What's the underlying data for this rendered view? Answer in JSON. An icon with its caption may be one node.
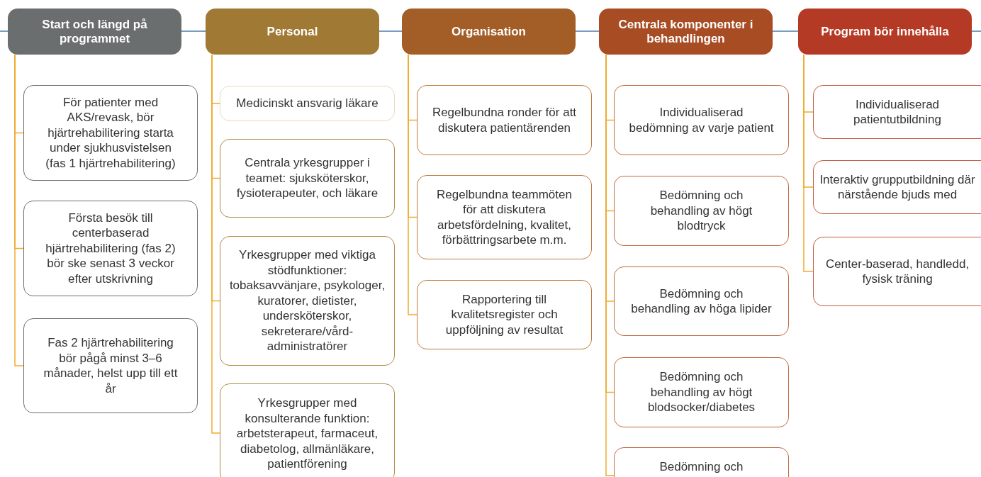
{
  "diagram": {
    "nodes": [
      {
        "text": [
          "Start och längd på programmet"
        ]
      },
      {
        "text": [
          "För patienter med AKS/revask, bör hjärtrehabilitering starta under sjukhusvistelsen (fas 1 hjärtrehabilitering)"
        ]
      },
      {
        "text": [
          "Första besök till centerbaserad hjärtrehabilitering (fas 2) bör ske senast 3 veckor efter utskrivning"
        ]
      },
      {
        "text": [
          "Fas 2 hjärtrehabilitering bör pågå minst 3–6 månader, helst upp till ett år"
        ]
      },
      {
        "text": [
          "Personal"
        ]
      },
      {
        "text": [
          "Medicinskt ansvarig läkare"
        ]
      },
      {
        "text": [
          "Centrala yrkesgrupper i teamet: sjuksköterskor, fysioterapeuter, och läkare"
        ]
      },
      {
        "text": [
          "Yrkesgrupper med viktiga stödfunktioner: tobaksavvänjare, psykologer, kuratorer, dietister, undersköterskor, sekreterare/vård-administratörer"
        ]
      },
      {
        "text": [
          "Yrkesgrupper med konsulterande funktion: arbetsterapeut, farmaceut, diabetolog, allmänläkare, patientförening"
        ]
      },
      {
        "text": [
          "Organisation"
        ]
      },
      {
        "text": [
          "Regelbundna ronder för att diskutera patientärenden"
        ]
      },
      {
        "text": [
          "Regelbundna teammöten för att diskutera arbetsfördelning, kvalitet, förbättringsarbete m.m."
        ]
      },
      {
        "text": [
          "Rapportering till kvalitetsregister och uppföljning av resultat"
        ]
      },
      {
        "text": [
          "Centrala komponenter i behandlingen"
        ]
      },
      {
        "text": [
          "Individualiserad bedömning av varje patient"
        ]
      },
      {
        "text": [
          "Bedömning och behandling av högt blodtryck"
        ]
      },
      {
        "text": [
          "Bedömning och behandling av höga lipider"
        ]
      },
      {
        "text": [
          "Bedömning och behandling av högt blodsocker/diabetes"
        ]
      },
      {
        "text": [
          "Bedömning och"
        ]
      },
      {
        "text": [
          "Program bör innehålla"
        ]
      },
      {
        "text": [
          "Individualiserad patientutbildning"
        ]
      },
      {
        "text": [
          "Interaktiv grupputbildning där närstående bjuds med"
        ]
      },
      {
        "text": [
          "Center-baserad, handledd, fysisk träning"
        ]
      }
    ],
    "edges": [
      {
        "from": null,
        "to": 0,
        "arrow": "none",
        "color": "#4a7cae"
      },
      {
        "from": 0,
        "to": 4,
        "arrow": "none",
        "color": "#4a7cae"
      },
      {
        "from": 4,
        "to": 9,
        "arrow": "none",
        "color": "#4a7cae"
      },
      {
        "from": 9,
        "to": 13,
        "arrow": "none",
        "color": "#4a7cae"
      },
      {
        "from": 13,
        "to": 19,
        "arrow": "none",
        "color": "#4a7cae"
      },
      {
        "from": 19,
        "to": null,
        "arrow": "none",
        "color": "#4a7cae"
      },
      {
        "from": 0,
        "to": 1,
        "arrow": "none"
      },
      {
        "from": 0,
        "to": 2,
        "arrow": "none"
      },
      {
        "from": 0,
        "to": 3,
        "arrow": "none"
      },
      {
        "from": 4,
        "to": 5,
        "arrow": "none"
      },
      {
        "from": 4,
        "to": 6,
        "arrow": "none"
      },
      {
        "from": 4,
        "to": 7,
        "arrow": "none"
      },
      {
        "from": 4,
        "to": 8,
        "arrow": "none"
      },
      {
        "from": 9,
        "to": 10,
        "arrow": "none"
      },
      {
        "from": 9,
        "to": 11,
        "arrow": "none"
      },
      {
        "from": 9,
        "to": 12,
        "arrow": "none"
      },
      {
        "from": 13,
        "to": 14,
        "arrow": "none"
      },
      {
        "from": 13,
        "to": 15,
        "arrow": "none"
      },
      {
        "from": 13,
        "to": 16,
        "arrow": "none"
      },
      {
        "from": 13,
        "to": 17,
        "arrow": "none"
      },
      {
        "from": 13,
        "to": 18,
        "arrow": "none"
      },
      {
        "from": 19,
        "to": 20,
        "arrow": "none"
      },
      {
        "from": 19,
        "to": 21,
        "arrow": "none"
      },
      {
        "from": 19,
        "to": 22,
        "arrow": "none"
      }
    ]
  }
}
